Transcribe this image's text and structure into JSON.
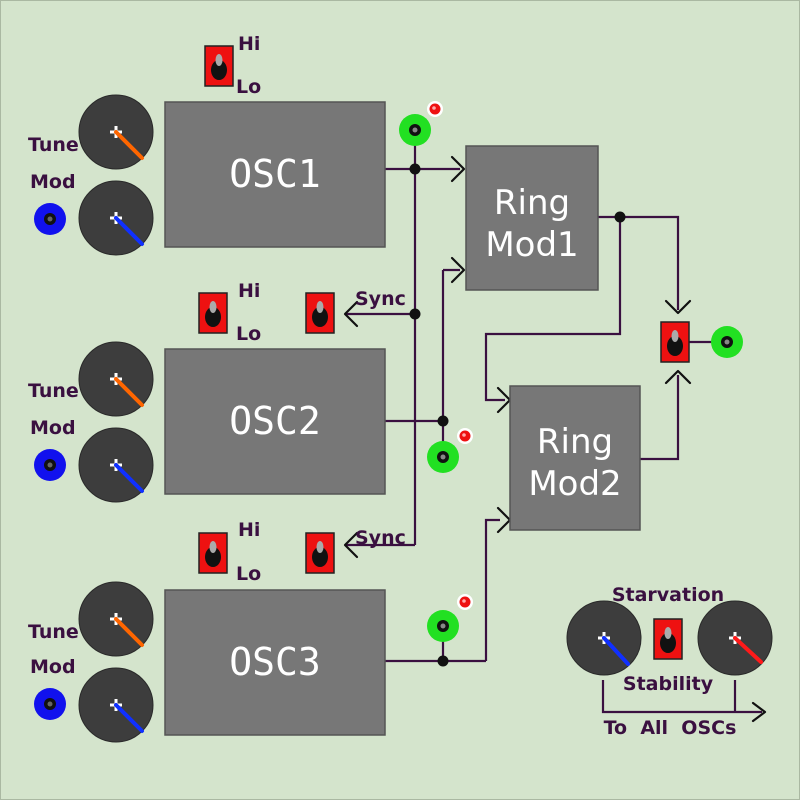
{
  "colors": {
    "background": "#d4e4cc",
    "module": "#777777",
    "knob": "#3d3d3d",
    "knob_tune_pointer": "#ff6600",
    "knob_mod_pointer": "#1030ff",
    "knob_stability_pointer": "#ff1a1a",
    "switch": "#ee1111",
    "jack_output": "#22e022",
    "jack_input": "#1111ee",
    "led": "#ee1111",
    "wire": "#3a1040"
  },
  "oscillators": [
    {
      "name": "OSC1",
      "range_hi_label": "Hi",
      "range_lo_label": "Lo",
      "tune_label": "Tune",
      "mod_label": "Mod"
    },
    {
      "name": "OSC2",
      "range_hi_label": "Hi",
      "range_lo_label": "Lo",
      "tune_label": "Tune",
      "mod_label": "Mod",
      "sync_label": "Sync"
    },
    {
      "name": "OSC3",
      "range_hi_label": "Hi",
      "range_lo_label": "Lo",
      "tune_label": "Tune",
      "mod_label": "Mod",
      "sync_label": "Sync"
    }
  ],
  "ring_mods": [
    {
      "line1": "Ring",
      "line2": "Mod1"
    },
    {
      "line1": "Ring",
      "line2": "Mod2"
    }
  ],
  "global": {
    "starvation_label": "Starvation",
    "stability_label": "Stability",
    "to_all_label": "To  All  OSCs"
  }
}
